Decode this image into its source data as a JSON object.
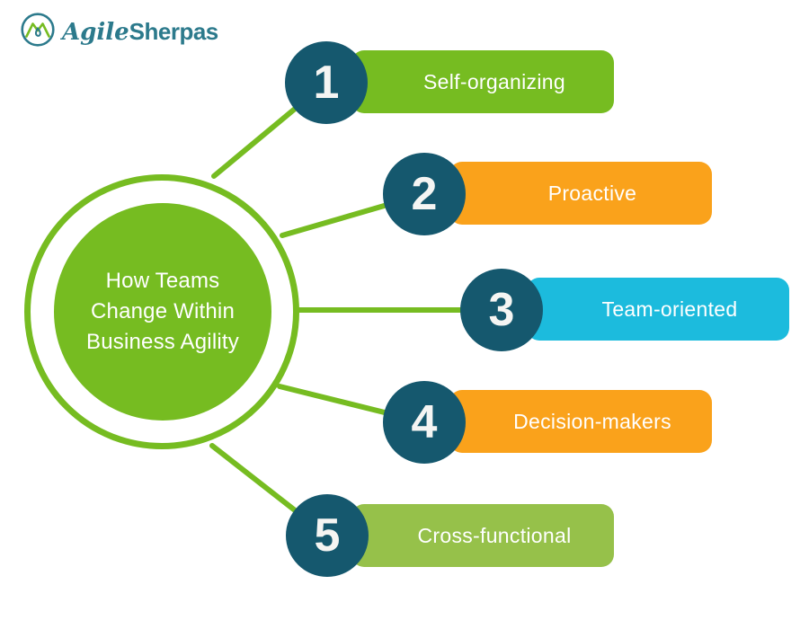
{
  "logo": {
    "name_italic": "Agile",
    "name_bold": "Sherpas"
  },
  "hub": {
    "title": "How Teams Change Within Business Agility",
    "title_lines": [
      "How Teams",
      "Change Within",
      "Business Agility"
    ]
  },
  "items": [
    {
      "number": "1",
      "label": "Self-organizing",
      "color": "#76BC21"
    },
    {
      "number": "2",
      "label": "Proactive",
      "color": "#FAA21B"
    },
    {
      "number": "3",
      "label": "Team-oriented",
      "color": "#1CBBDD"
    },
    {
      "number": "4",
      "label": "Decision-makers",
      "color": "#FAA21B"
    },
    {
      "number": "5",
      "label": "Cross-functional",
      "color": "#96C14A"
    }
  ],
  "colors": {
    "hub_green": "#76BC21",
    "line_green": "#76BC21",
    "badge_teal": "#15586E",
    "light_green": "#96C14A",
    "orange": "#FAA21B",
    "cyan": "#1CBBDD",
    "logo_teal": "#2C7A8C",
    "logo_green": "#76BC21",
    "text_white": "#FFFFFF",
    "background": "#FFFFFF"
  }
}
